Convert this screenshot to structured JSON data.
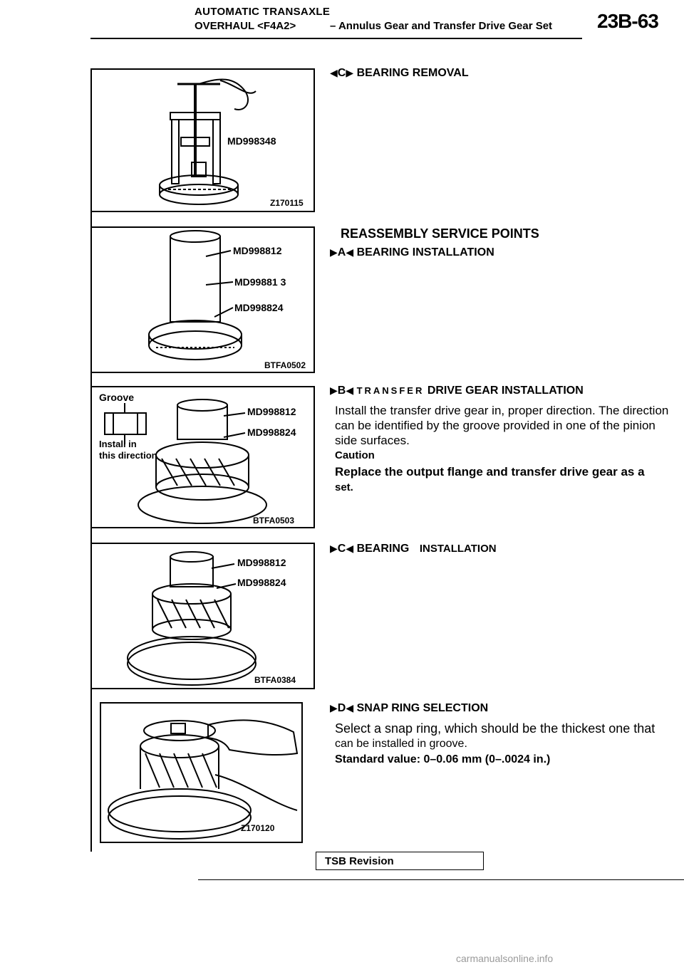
{
  "header": {
    "line1": "AUTOMATIC TRANSAXLE",
    "line2": "OVERHAUL <F4A2>",
    "line3": "– Annulus Gear and Transfer Drive Gear Set",
    "page_number": "23B-63"
  },
  "figures": [
    {
      "labels": [
        "MD998348"
      ],
      "code": "Z170115"
    },
    {
      "labels": [
        "MD998812",
        "MD99881 3",
        "MD998824"
      ],
      "code": "BTFA0502"
    },
    {
      "labels": [
        "Groove",
        "Install in",
        "this direction",
        "MD998812",
        "MD998824"
      ],
      "code": "BTFA0503"
    },
    {
      "labels": [
        "MD998812",
        "MD998824"
      ],
      "code": "BTFA0384"
    },
    {
      "labels": [],
      "code": "Z170120"
    }
  ],
  "sections": {
    "c_removal": {
      "marker": "C",
      "title": "BEARING REMOVAL"
    },
    "reassembly_title": "REASSEMBLY SERVICE POINTS",
    "a_install": {
      "marker": "A",
      "title": "BEARING INSTALLATION"
    },
    "b_install": {
      "marker": "B",
      "title_spaced": "TRANSFER",
      "title_rest": "DRIVE GEAR INSTALLATION",
      "body_lines": [
        "Install the transfer drive gear in, proper direction. The direction",
        "can be identified by the groove provided in one of the pinion",
        "side surfaces."
      ],
      "caution_label": "Caution",
      "caution_lines": [
        "Replace the output flange and transfer drive gear as a",
        "set."
      ]
    },
    "c_install": {
      "marker": "C",
      "title_a": "BEARING",
      "title_b": "INSTALLATION"
    },
    "d_snap": {
      "marker": "D",
      "title": "SNAP RING SELECTION",
      "body_lines": [
        "Select a snap ring, which should be the thickest one that",
        "can be installed in groove."
      ],
      "standard_value": "Standard value: 0–0.06 mm (0–.0024 in.)"
    }
  },
  "footer": {
    "tsb": "TSB Revision",
    "site": "carmanualsonline.info"
  }
}
